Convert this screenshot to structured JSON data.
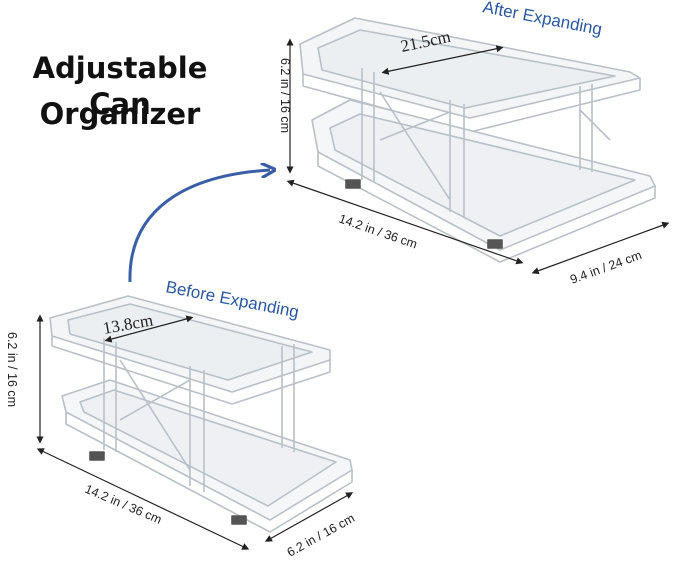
{
  "headline": {
    "line1": "Adjustable Can",
    "line2": "Organizer"
  },
  "after": {
    "label": "After Expanding",
    "inner_width": "21.5cm",
    "height": "6.2 in / 16 cm",
    "length": "14.2 in / 36 cm",
    "width": "9.4 in / 24 cm"
  },
  "before": {
    "label": "Before Expanding",
    "inner_width": "13.8cm",
    "height": "6.2 in / 16 cm",
    "length": "14.2 in / 36 cm",
    "width": "6.2 in / 16 cm"
  },
  "colors": {
    "arrow": "#3b5fa6",
    "label_blue": "#2c58a0",
    "outline": "#b9c0c8"
  }
}
